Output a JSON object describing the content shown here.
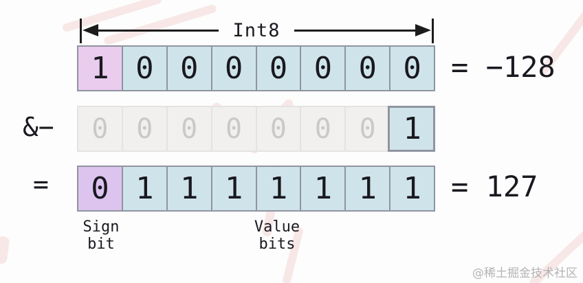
{
  "colors": {
    "background": "#fdfdfd",
    "sign_cell": "#eaccee",
    "sign_cell_result": "#ddc4ee",
    "value_cell": "#cfe4ea",
    "inactive_cell": "#f1f0ef",
    "inactive_text": "#c9c9c9",
    "inactive_border": "#e3e3e3",
    "grid_border": "#8f94a0",
    "bit_text": "#191920",
    "watermark_text": "#b3b3b3",
    "stroke_pink": "#f2d3d1"
  },
  "arrow": {
    "label": "Int8"
  },
  "rows": [
    {
      "bits": [
        "1",
        "0",
        "0",
        "0",
        "0",
        "0",
        "0",
        "0"
      ],
      "result": "= −128"
    },
    {
      "operator": "&−",
      "bits": [
        "0",
        "0",
        "0",
        "0",
        "0",
        "0",
        "0",
        "1"
      ]
    },
    {
      "operator": "=",
      "bits": [
        "0",
        "1",
        "1",
        "1",
        "1",
        "1",
        "1",
        "1"
      ],
      "result": "= 127"
    }
  ],
  "annotations": {
    "sign_bit": [
      "Sign",
      "bit"
    ],
    "value_bits": [
      "Value",
      "bits"
    ]
  },
  "watermark": "@稀土掘金技术社区"
}
